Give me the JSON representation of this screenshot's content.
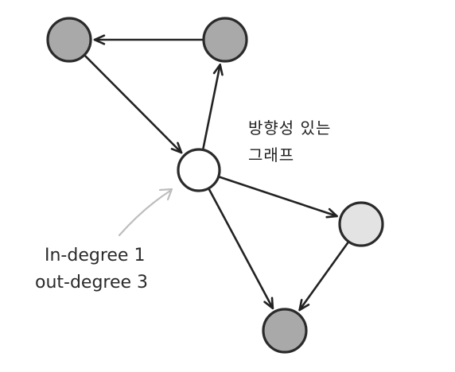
{
  "caption": {
    "line1": "방향성 있는",
    "line2": "그래프"
  },
  "annotation": {
    "line1": "In-degree 1",
    "line2": "out-degree 3"
  },
  "colors": {
    "node_gray": "#a9a9a9",
    "node_light": "#e3e3e3",
    "node_white": "#ffffff",
    "edge": "#222222",
    "pointer": "#bdbdbd"
  },
  "graph": {
    "nodes": [
      {
        "id": "top-left",
        "fill": "gray"
      },
      {
        "id": "top-right",
        "fill": "gray"
      },
      {
        "id": "center",
        "fill": "white"
      },
      {
        "id": "right",
        "fill": "light"
      },
      {
        "id": "bottom",
        "fill": "gray"
      }
    ],
    "edges": [
      {
        "from": "top-right",
        "to": "top-left"
      },
      {
        "from": "top-left",
        "to": "center"
      },
      {
        "from": "center",
        "to": "top-right"
      },
      {
        "from": "center",
        "to": "right"
      },
      {
        "from": "center",
        "to": "bottom"
      },
      {
        "from": "right",
        "to": "bottom"
      }
    ]
  }
}
